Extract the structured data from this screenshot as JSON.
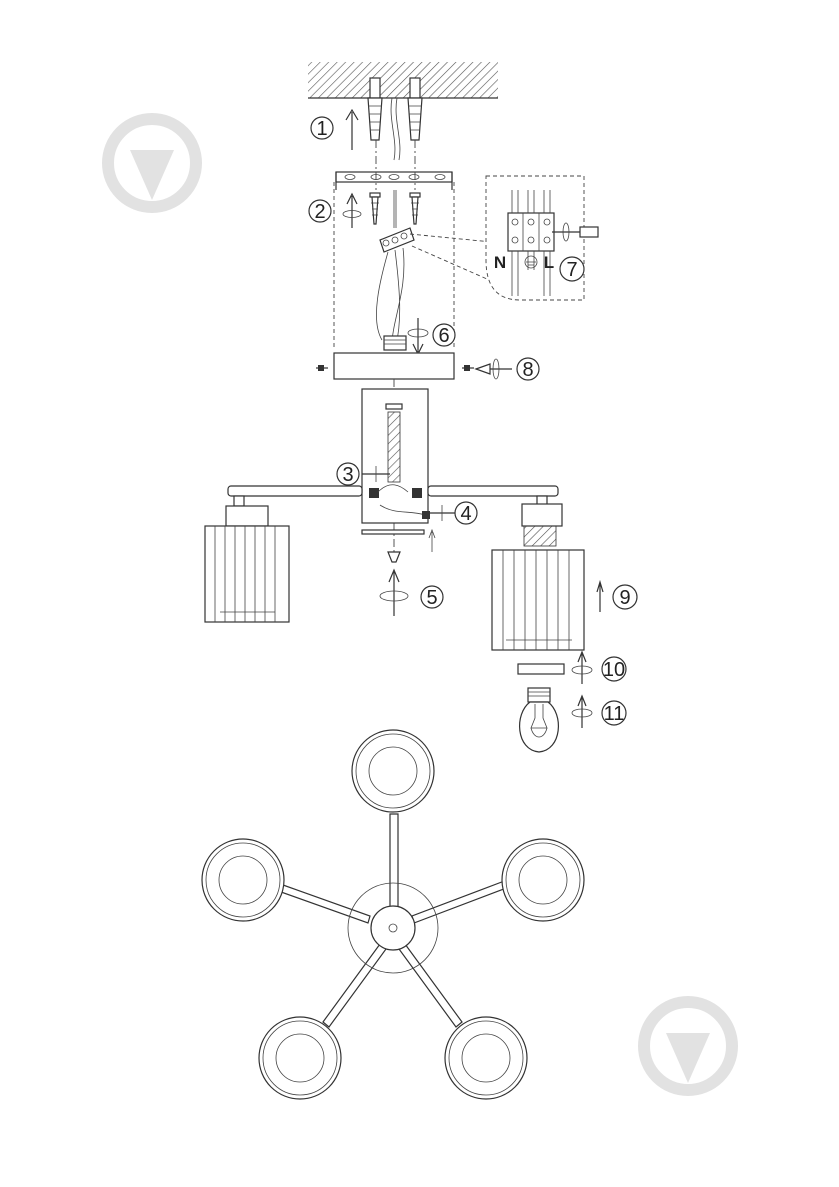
{
  "steps": [
    {
      "num": "1"
    },
    {
      "num": "2"
    },
    {
      "num": "3"
    },
    {
      "num": "4"
    },
    {
      "num": "5"
    },
    {
      "num": "6"
    },
    {
      "num": "7"
    },
    {
      "num": "8"
    },
    {
      "num": "9"
    },
    {
      "num": "10"
    },
    {
      "num": "11"
    }
  ],
  "terminals": {
    "neutral": "N",
    "live": "L"
  },
  "icons": [
    "watermark-logo-icon",
    "rotate-arrow-icon",
    "up-arrow-icon",
    "screwdriver-icon",
    "light-bulb-icon"
  ],
  "colors": {
    "line": "#333333",
    "watermark": "#e2e2e2"
  }
}
